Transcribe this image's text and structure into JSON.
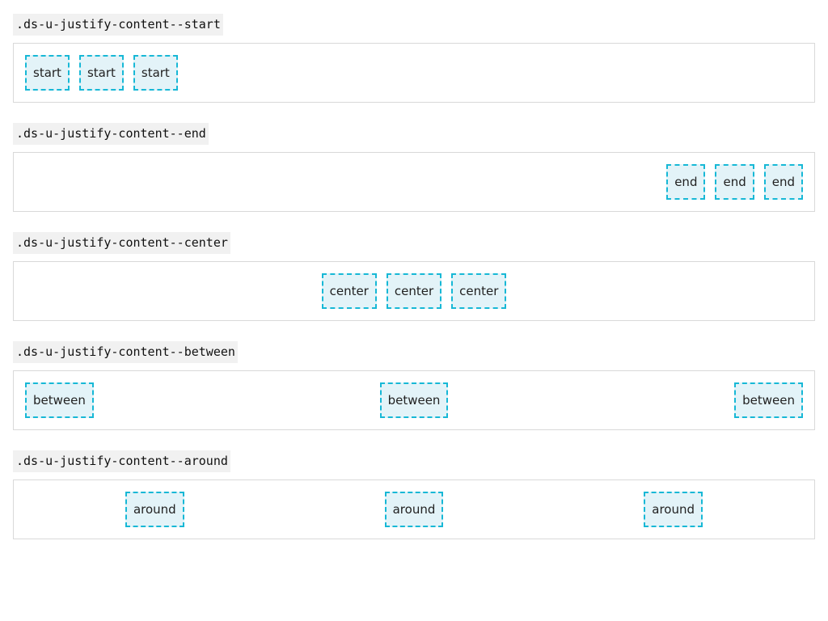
{
  "sections": [
    {
      "class_label": ".ds-u-justify-content--start",
      "items": [
        "start",
        "start",
        "start"
      ]
    },
    {
      "class_label": ".ds-u-justify-content--end",
      "items": [
        "end",
        "end",
        "end"
      ]
    },
    {
      "class_label": ".ds-u-justify-content--center",
      "items": [
        "center",
        "center",
        "center"
      ]
    },
    {
      "class_label": ".ds-u-justify-content--between",
      "items": [
        "between",
        "between",
        "between"
      ]
    },
    {
      "class_label": ".ds-u-justify-content--around",
      "items": [
        "around",
        "around",
        "around"
      ]
    }
  ],
  "colors": {
    "item_border": "#17b8d6",
    "item_background": "#e3f3f8",
    "label_background": "#f1f1f1",
    "container_border": "#d9d9d9"
  }
}
